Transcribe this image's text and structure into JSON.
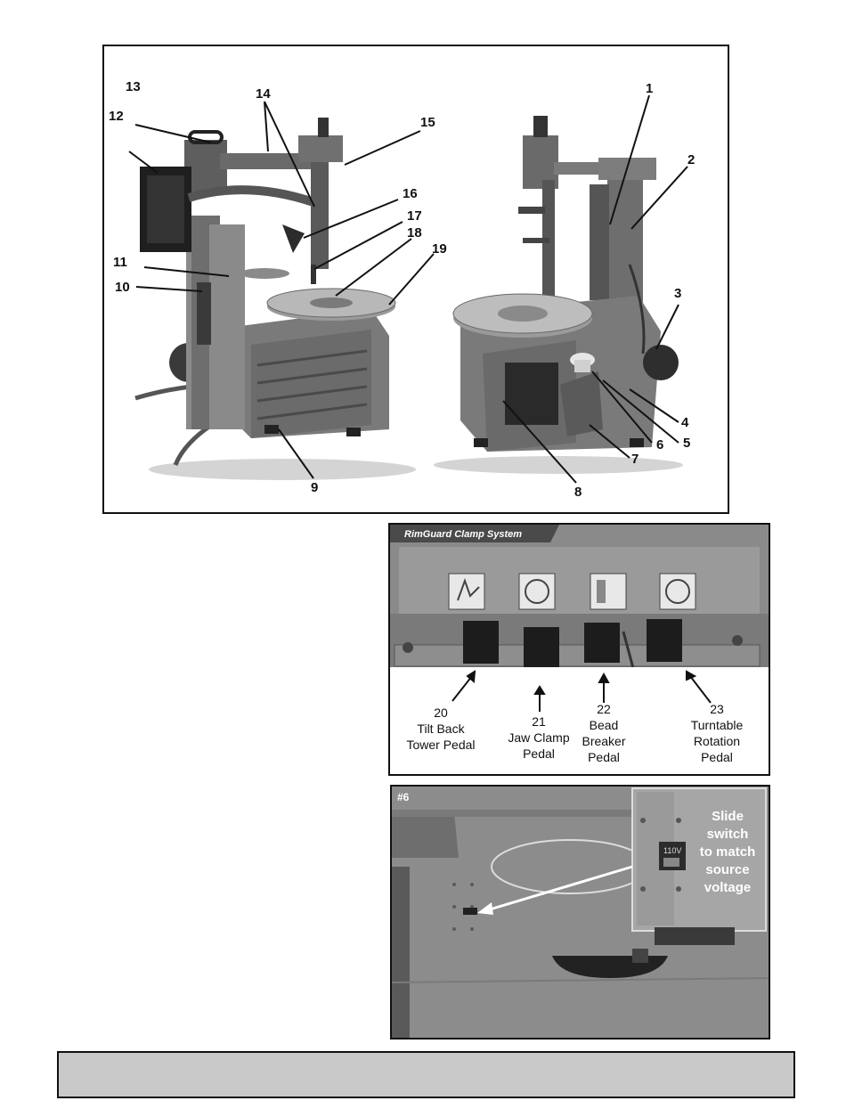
{
  "main_figure": {
    "callouts": [
      "1",
      "2",
      "3",
      "4",
      "5",
      "6",
      "7",
      "8",
      "9",
      "10",
      "11",
      "12",
      "13",
      "14",
      "15",
      "16",
      "17",
      "18",
      "19"
    ]
  },
  "pedal_figure": {
    "banner": "RimGuard Clamp System",
    "pedals": [
      {
        "number": "20",
        "line1": "Tilt Back",
        "line2": "Tower Pedal",
        "line3": ""
      },
      {
        "number": "21",
        "line1": "Jaw Clamp",
        "line2": "Pedal",
        "line3": ""
      },
      {
        "number": "22",
        "line1": "Bead",
        "line2": "Breaker",
        "line3": "Pedal"
      },
      {
        "number": "23",
        "line1": "Turntable",
        "line2": "Rotation",
        "line3": "Pedal"
      }
    ]
  },
  "switch_figure": {
    "badge": "#6",
    "switch_marking": "110V",
    "note_lines": [
      "Slide",
      "switch",
      "to match",
      "source",
      "voltage"
    ]
  }
}
